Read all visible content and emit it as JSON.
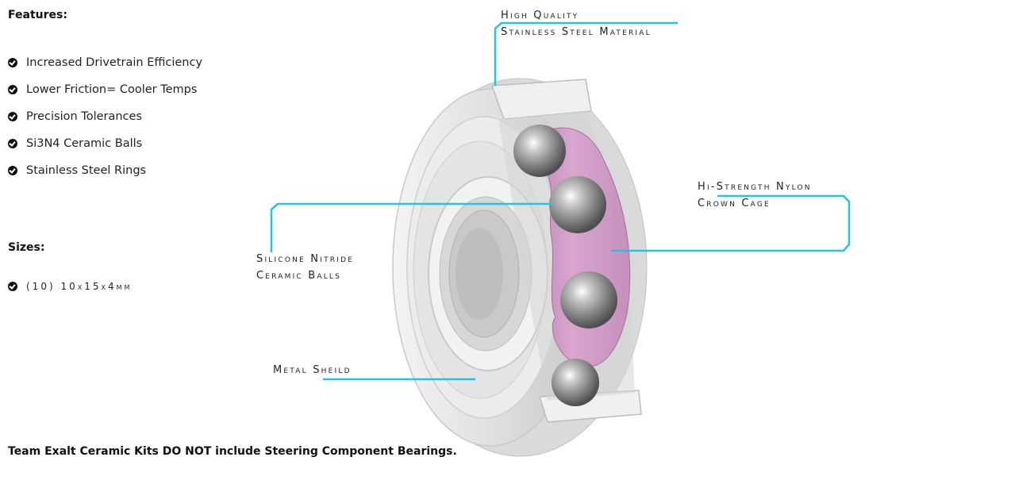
{
  "features": {
    "heading": "Features:",
    "items": [
      "Increased Drivetrain Efficiency",
      "Lower Friction= Cooler Temps",
      "Precision Tolerances",
      "Si3N4 Ceramic Balls",
      "Stainless Steel Rings"
    ]
  },
  "sizes": {
    "heading": "Sizes:",
    "items": [
      "(10) 10x15x4mm"
    ]
  },
  "footer_note": "Team Exalt Ceramic Kits DO NOT include Steering Component Bearings.",
  "callouts": {
    "steel": {
      "line1": "High Quality",
      "line2": "Stainless Steel Material"
    },
    "cage": {
      "line1": "Hi-Strength Nylon",
      "line2": "Crown Cage"
    },
    "balls": {
      "line1": "Silicone Nitride",
      "line2": "Ceramic Balls"
    },
    "shield": {
      "line1": "Metal Sheild"
    }
  },
  "colors": {
    "callout_line": "#22c3e6",
    "cage": "#cf9ac6",
    "steel": "#e6e6e6",
    "ball": "#8c8c8c"
  },
  "icons": {
    "bullet": "check-circle-icon"
  }
}
